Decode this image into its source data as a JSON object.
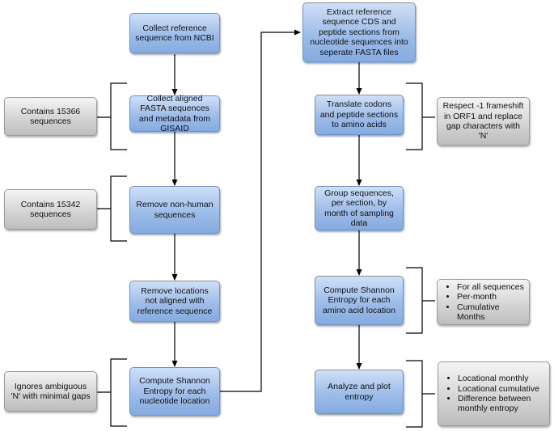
{
  "steps": {
    "collect_ref": "Collect reference sequence from NCBI",
    "collect_aligned": "Collect aligned FASTA sequences and metadata from GISAID",
    "remove_nonhuman": "Remove non-human sequences",
    "remove_locations": "Remove locations not aligned with reference sequence",
    "compute_nt_entropy": "Compute Shannon Entropy for each nucleotide location",
    "extract_ref": "Extract reference sequence CDS and peptide sections from nucleotide sequences into seperate FASTA files",
    "translate": "Translate codons and peptide sections to amino acids",
    "group": "Group sequences, per section, by month of sampling data",
    "compute_aa_entropy": "Compute Shannon Entropy for each amino acid location",
    "analyze": "Analyze and plot entropy"
  },
  "notes": {
    "contains_15366": "Contains 15366 sequences",
    "contains_15342": "Contains 15342 sequences",
    "ignores_ambiguous": "Ignores ambiguous 'N' with minimal gaps",
    "respect_frameshift": "Respect -1 frameshift in ORF1 and replace gap characters with 'N'",
    "entropy_scope": [
      "For all sequences",
      "Per-month",
      "Cumulative Months"
    ],
    "analysis_types": [
      "Locational monthly",
      "Locational cumulative",
      "Difference between monthly entropy"
    ]
  },
  "colors": {
    "step_fill": "#9dbde9",
    "note_fill": "#d2d2d2",
    "line": "#000000"
  }
}
